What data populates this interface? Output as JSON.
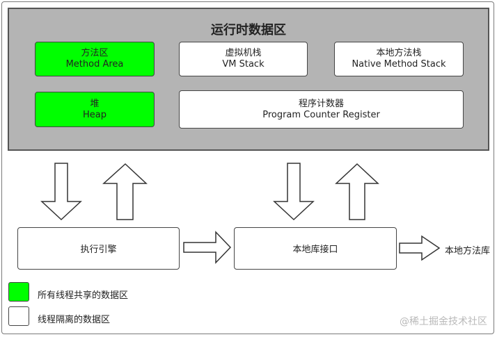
{
  "runtime": {
    "title": "运行时数据区",
    "method_area": {
      "zh": "方法区",
      "en": "Method Area"
    },
    "vm_stack": {
      "zh": "虚拟机栈",
      "en": "VM Stack"
    },
    "native_stack": {
      "zh": "本地方法栈",
      "en": "Native Method Stack"
    },
    "heap": {
      "zh": "堆",
      "en": "Heap"
    },
    "pc_register": {
      "zh": "程序计数器",
      "en": "Program Counter Register"
    }
  },
  "execution_engine": "执行引擎",
  "native_interface": "本地库接口",
  "native_library": "本地方法库",
  "legend": {
    "shared": "所有线程共享的数据区",
    "isolated": "线程隔离的数据区"
  },
  "watermark": "@稀土掘金技术社区",
  "colors": {
    "shared": "#00ff00",
    "isolated": "#ffffff",
    "runtime_bg": "#b4b4b4"
  }
}
